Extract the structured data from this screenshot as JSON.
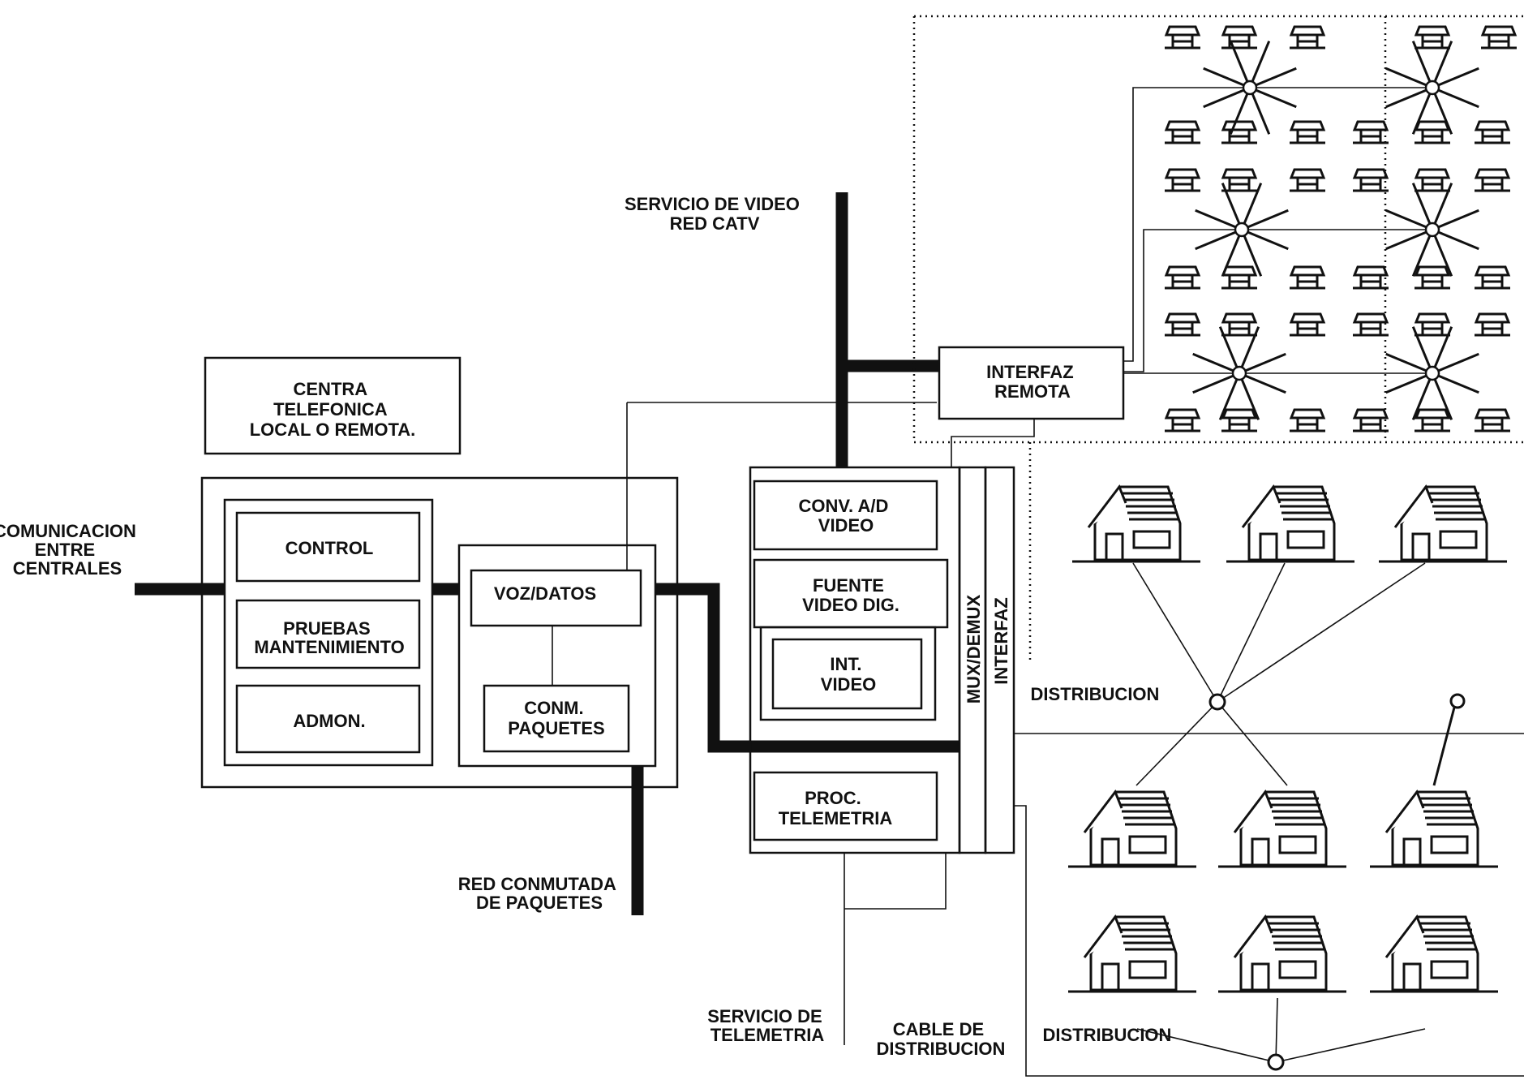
{
  "labels": {
    "comunicacion": [
      "COMUNICACION",
      "ENTRE",
      "CENTRALES"
    ],
    "centra": [
      "CENTRA",
      "TELEFONICA",
      "LOCAL O REMOTA."
    ],
    "control": "CONTROL",
    "pruebas": [
      "PRUEBAS",
      "MANTENIMIENTO"
    ],
    "admon": "ADMON.",
    "voz_datos": "VOZ/DATOS",
    "conm_paquetes": [
      "CONM.",
      "PAQUETES"
    ],
    "red_conmutada": [
      "RED CONMUTADA",
      "DE PAQUETES"
    ],
    "servicio_video": [
      "SERVICIO DE VIDEO",
      "RED CATV"
    ],
    "conv_ad": [
      "CONV. A/D",
      "VIDEO"
    ],
    "fuente_video": [
      "FUENTE",
      "VIDEO DIG."
    ],
    "int_video": [
      "INT.",
      "VIDEO"
    ],
    "mux_demux": "MUX/DEMUX",
    "interfaz": "INTERFAZ",
    "proc_telemetria": [
      "PROC.",
      "TELEMETRIA"
    ],
    "interfaz_remota": [
      "INTERFAZ",
      "REMOTA"
    ],
    "servicio_telemetria": [
      "SERVICIO DE",
      "TELEMETRIA"
    ],
    "cable_distribucion": [
      "CABLE DE",
      "DISTRIBUCION"
    ],
    "distribucion_1": "DISTRIBUCION",
    "distribucion_2": "DISTRIBUCION"
  }
}
